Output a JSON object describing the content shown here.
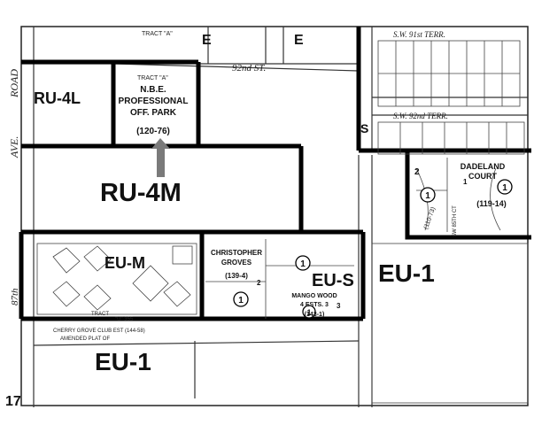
{
  "zones": {
    "ru4l": "RU-4L",
    "ru4m": "RU-4M",
    "eum": "EU-M",
    "eus": "EU-S",
    "eu1_right": "EU-1",
    "eu1_bottom": "EU-1"
  },
  "tracts": {
    "tract_a_top": "TRACT \"A\"",
    "tract_a": "TRACT \"A\"",
    "nbe_line1": "N.B.E.",
    "nbe_line2": "PROFESSIONAL",
    "nbe_line3": "OFF. PARK",
    "nbe_plat": "(120-76)",
    "cg_line1": "CHRISTOPHER",
    "cg_line2": "GROVES",
    "cg_plat": "(139-4)",
    "mw_line1": "MANGO WOOD",
    "mw_line2": "4 ESTS. 3",
    "mw_plat": "(143-1)",
    "dc_line1": "DADELAND",
    "dc_line2": "COURT",
    "dc_plat": "(119-14)",
    "tract_u": "TRACT",
    "tract_u2": "\"U\" 355",
    "plat_110": "(110-73)",
    "cherry1": "CHERRY GROVE CLUB EST (144-58)",
    "cherry2": "AMENDED PLAT OF",
    "sw_ct": "SW 85TH CT"
  },
  "streets": {
    "st_92": "92nd ST.",
    "sw_terr1": "S.W. 91st TERR.",
    "sw_terr2": "S.W. 92nd TERR.",
    "road": "ROAD",
    "ave": "AVE.",
    "ave_87": "87th",
    "s_letter": "S",
    "e_letter": "E"
  },
  "markers": {
    "circle_label": "1",
    "lot2_a": "2",
    "lot2_b": "2",
    "lot3": "3",
    "lot1": "1"
  },
  "page": {
    "corner_label": "17"
  }
}
